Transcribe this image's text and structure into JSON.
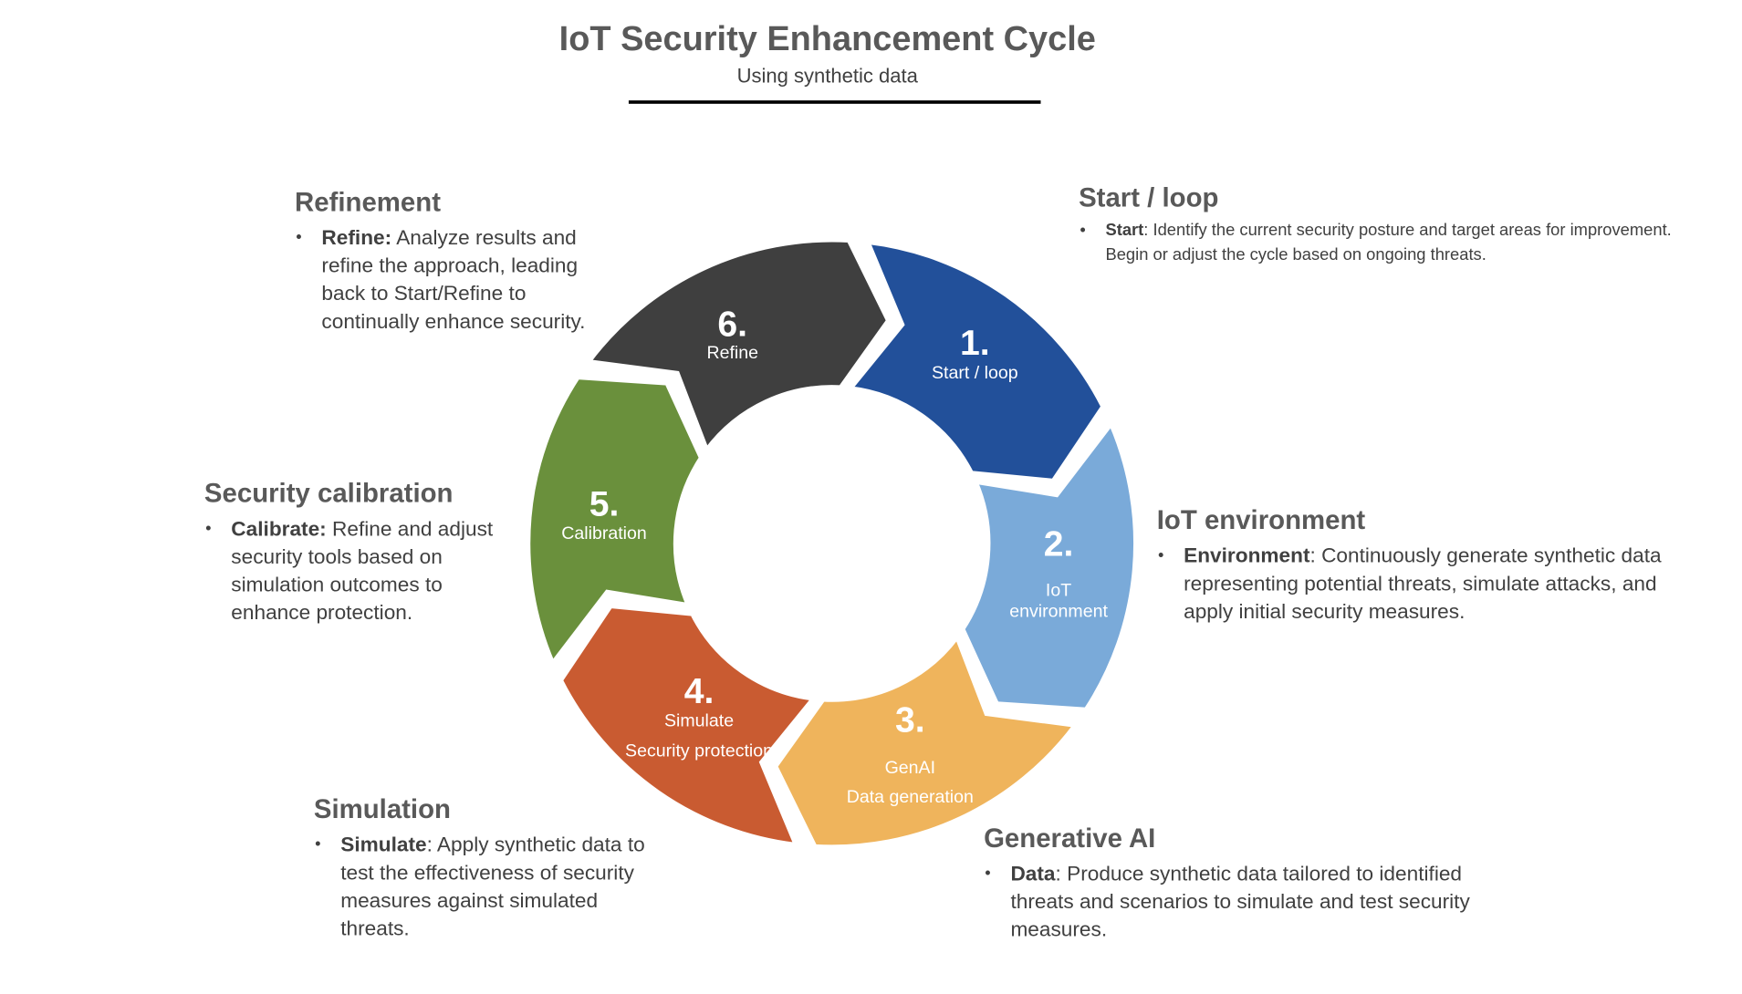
{
  "title": "IoT Security Enhancement Cycle",
  "subtitle": "Using synthetic data",
  "segments": [
    {
      "number": "1.",
      "lines": [
        "Start / loop"
      ],
      "color": "#22509a"
    },
    {
      "number": "2.",
      "lines": [
        "IoT",
        "environment"
      ],
      "color": "#7aaad9"
    },
    {
      "number": "3.",
      "lines": [
        "GenAI",
        "Data generation"
      ],
      "color": "#efb45c"
    },
    {
      "number": "4.",
      "lines": [
        "Simulate",
        "Security protection"
      ],
      "color": "#c95b31"
    },
    {
      "number": "5.",
      "lines": [
        "Calibration"
      ],
      "color": "#6a903c"
    },
    {
      "number": "6.",
      "lines": [
        "Refine"
      ],
      "color": "#3f3f3f"
    }
  ],
  "blocks": {
    "start": {
      "heading": "Start / loop",
      "term": "Start",
      "text": ": Identify the current security posture and target areas for improvement. Begin or adjust the cycle based on ongoing threats."
    },
    "environment": {
      "heading": "IoT environment",
      "term": "Environment",
      "text": ": Continuously generate synthetic data representing potential threats, simulate attacks, and apply initial security measures."
    },
    "genai": {
      "heading": "Generative AI",
      "term": "Data",
      "text": ": Produce synthetic data tailored to identified threats and scenarios to simulate and test security measures."
    },
    "simulation": {
      "heading": "Simulation",
      "term": "Simulate",
      "text": ": Apply synthetic data to test the effectiveness of security measures against simulated threats."
    },
    "calibration": {
      "heading": "Security calibration",
      "term": "Calibrate:",
      "text": " Refine and adjust security tools based on simulation outcomes to enhance protection."
    },
    "refinement": {
      "heading": "Refinement",
      "term": "Refine:",
      "text": " Analyze results and refine the approach, leading back to Start/Refine to continually enhance security."
    }
  }
}
